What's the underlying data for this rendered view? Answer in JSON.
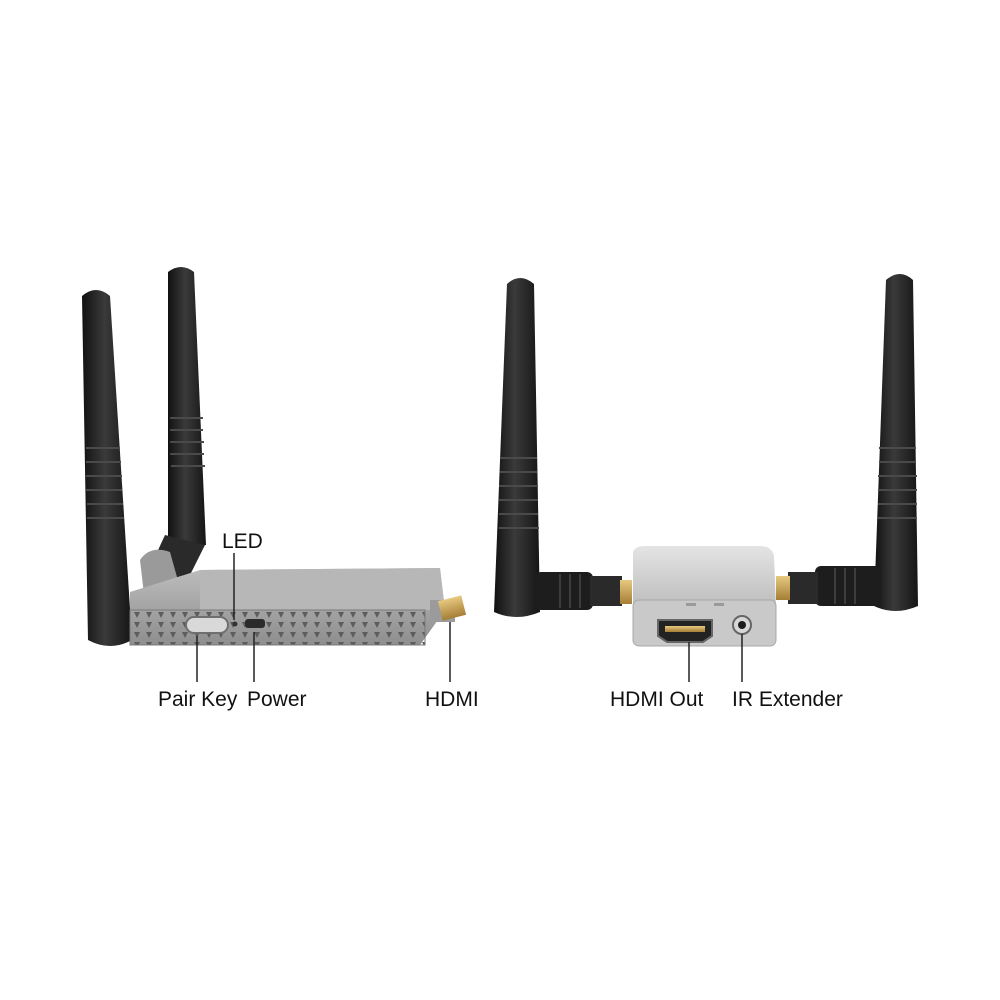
{
  "labels": {
    "led": "LED",
    "pair_key": "Pair Key",
    "power": "Power",
    "hdmi": "HDMI",
    "hdmi_out": "HDMI Out",
    "ir_extender": "IR Extender"
  },
  "colors": {
    "antenna": "#1f1f1f",
    "body": "#a9a9a9",
    "gold": "#c9a25a"
  }
}
